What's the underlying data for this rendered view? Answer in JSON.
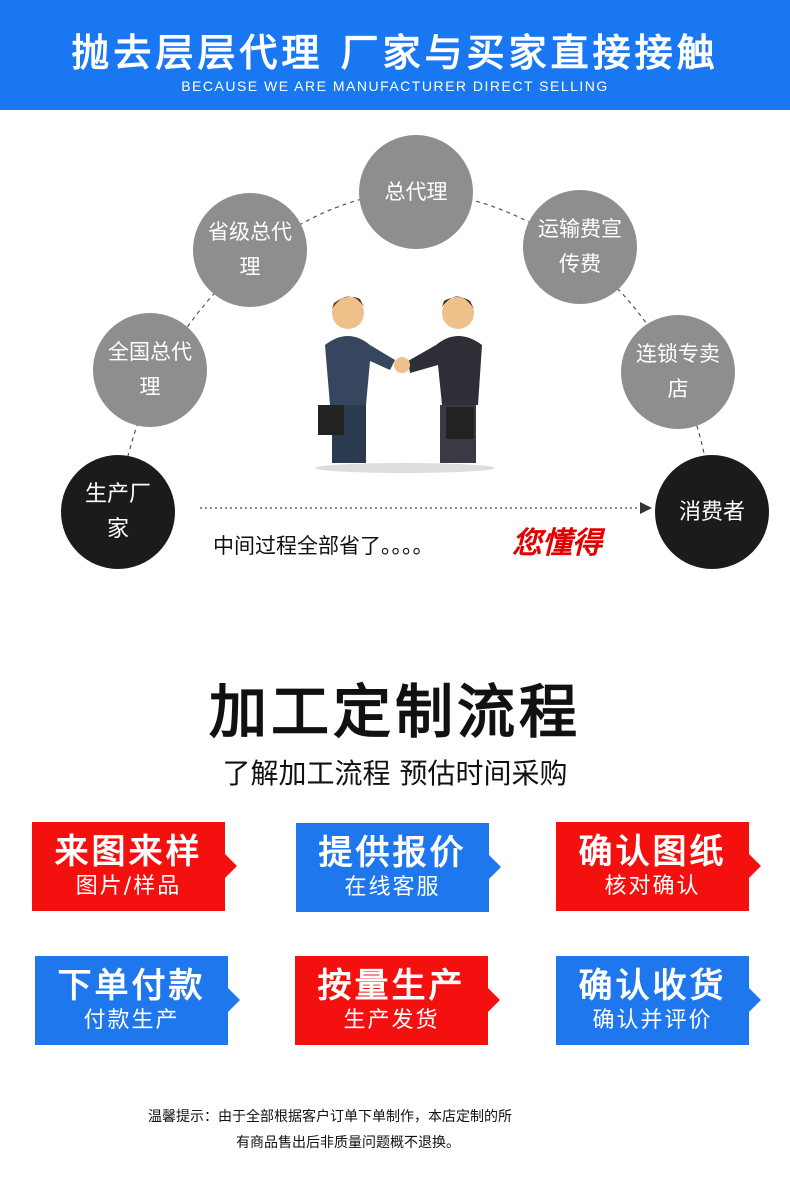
{
  "banner": {
    "title": "抛去层层代理  厂家与买家直接接触",
    "subtitle": "BECAUSE WE ARE MANUFACTURER DIRECT SELLING"
  },
  "chain": {
    "manufacturer": "生产厂家",
    "national": "全国总代理",
    "provincial": "省级总代理",
    "general": "总代理",
    "shipping": "运输费宣传费",
    "chain_store": "连锁专卖店",
    "consumer": "消费者"
  },
  "middle_text": "中间过程全部省了。。。。",
  "you_know": "您懂得",
  "process": {
    "title": "加工定制流程",
    "subtitle": "了解加工流程 预估时间采购",
    "steps": [
      {
        "title": "来图来样",
        "sub": "图片/样品",
        "color": "#f51010"
      },
      {
        "title": "提供报价",
        "sub": "在线客服",
        "color": "#1f77ed"
      },
      {
        "title": "确认图纸",
        "sub": "核对确认",
        "color": "#f51010"
      },
      {
        "title": "下单付款",
        "sub": "付款生产",
        "color": "#1f77ed"
      },
      {
        "title": "按量生产",
        "sub": "生产发货",
        "color": "#f51010"
      },
      {
        "title": "确认收货",
        "sub": "确认并评价",
        "color": "#1f77ed"
      }
    ]
  },
  "notice": {
    "line1": "温馨提示：由于全部根据客户订单下单制作，本店定制的所",
    "line2": "有商品售出后非质量问题概不退换。"
  }
}
